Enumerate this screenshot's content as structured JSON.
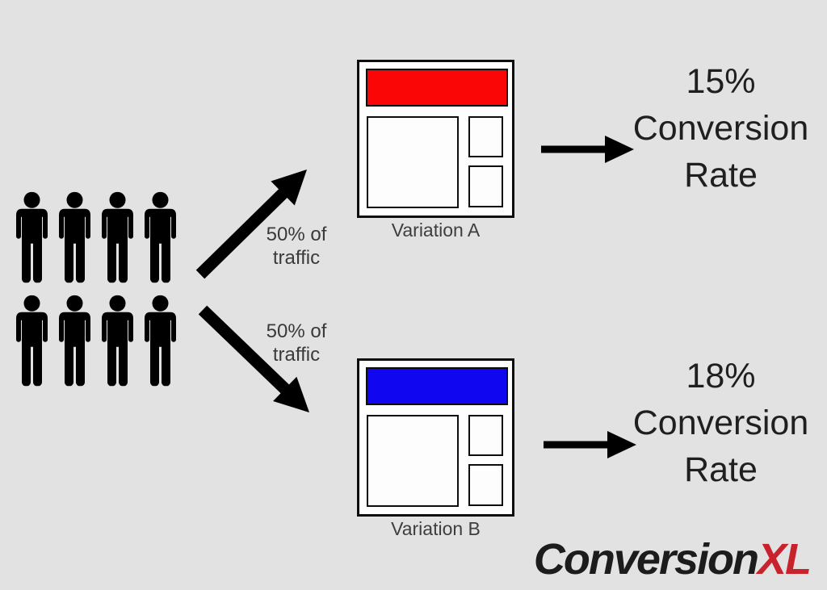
{
  "canvas": {
    "background": "#e2e2e2"
  },
  "audience": {
    "rows": 2,
    "per_row": 4,
    "icon": "person-icon",
    "color": "#000000"
  },
  "icons": {
    "split_top": "arrow-up-right-icon",
    "split_bottom": "arrow-down-right-icon",
    "result": "arrow-right-icon"
  },
  "splits": [
    {
      "line1": "50% of",
      "line2": "traffic"
    },
    {
      "line1": "50% of",
      "line2": "traffic"
    }
  ],
  "variations": [
    {
      "label": "Variation A",
      "header_color": "#fa0606"
    },
    {
      "label": "Variation B",
      "header_color": "#1006f0"
    }
  ],
  "outcomes": [
    {
      "rate": "15%",
      "word1": "Conversion",
      "word2": "Rate"
    },
    {
      "rate": "18%",
      "word1": "Conversion",
      "word2": "Rate"
    }
  ],
  "logo": {
    "part1": "Conversion",
    "part2": "XL",
    "part1_color": "#1c1c1c",
    "part2_color": "#c8232c"
  },
  "arrow_color": "#000000"
}
